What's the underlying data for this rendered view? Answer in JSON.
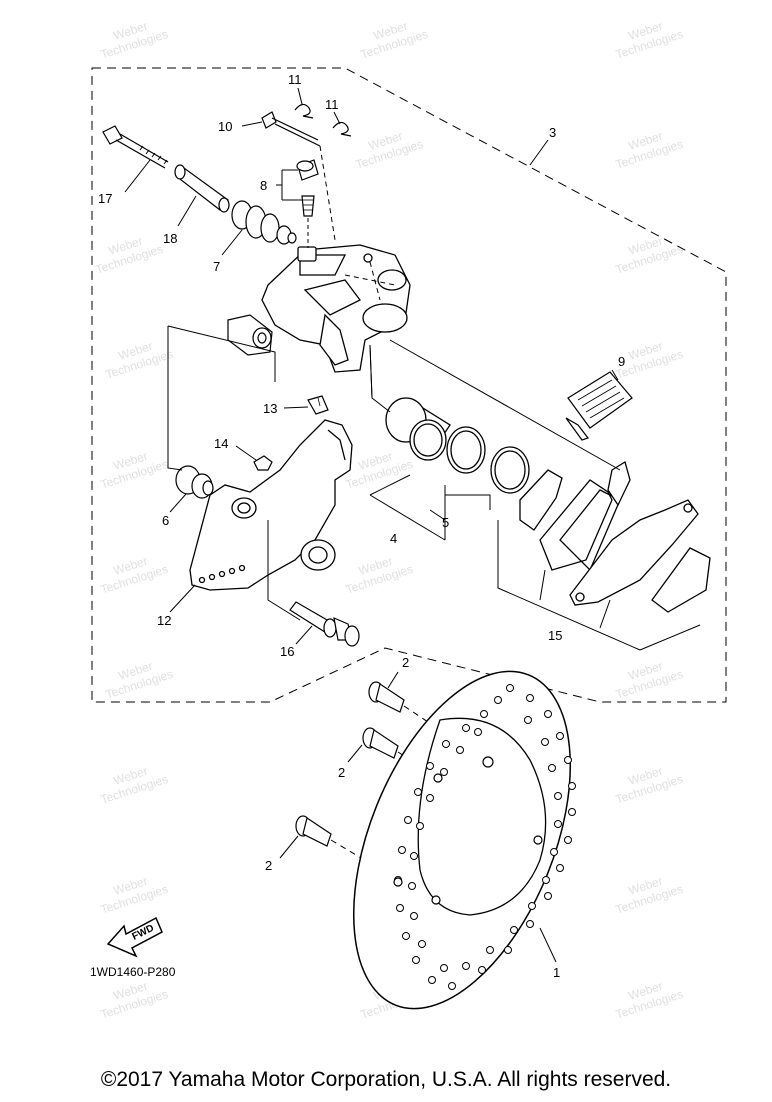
{
  "callouts": {
    "p1": "1",
    "p2a": "2",
    "p2b": "2",
    "p2c": "2",
    "p3": "3",
    "p4": "4",
    "p5": "5",
    "p6": "6",
    "p7": "7",
    "p8": "8",
    "p9": "9",
    "p10": "10",
    "p11a": "11",
    "p11b": "11",
    "p12": "12",
    "p13": "13",
    "p14": "14",
    "p15": "15",
    "p16": "16",
    "p17": "17",
    "p18": "18"
  },
  "diagram_code": "1WD1460-P280",
  "fwd_label": "FWD",
  "watermark": {
    "line1": "Weber",
    "line2": "Technologies"
  },
  "copyright": "©2017 Yamaha Motor Corporation, U.S.A. All rights reserved."
}
